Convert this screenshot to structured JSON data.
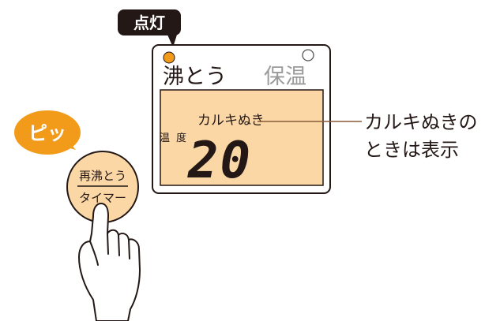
{
  "indicator_callout": {
    "label": "点灯"
  },
  "panel": {
    "boil_label": "沸とう",
    "keep_warm_label": "保温",
    "display": {
      "mode_label": "カルキぬき",
      "temp_label": "温度",
      "value": "20"
    }
  },
  "annotation": {
    "line1": "カルキぬきの",
    "line2": "ときは表示"
  },
  "beep_callout": {
    "label": "ピッ"
  },
  "button": {
    "line1": "再沸とう",
    "line2": "タイマー"
  },
  "colors": {
    "lamp_on": "#f29a1a",
    "lcd_bg": "#fbd7a6",
    "callout_dark": "#231815",
    "beep_orange": "#f29a1a",
    "leader_line": "#8a5a3a"
  }
}
